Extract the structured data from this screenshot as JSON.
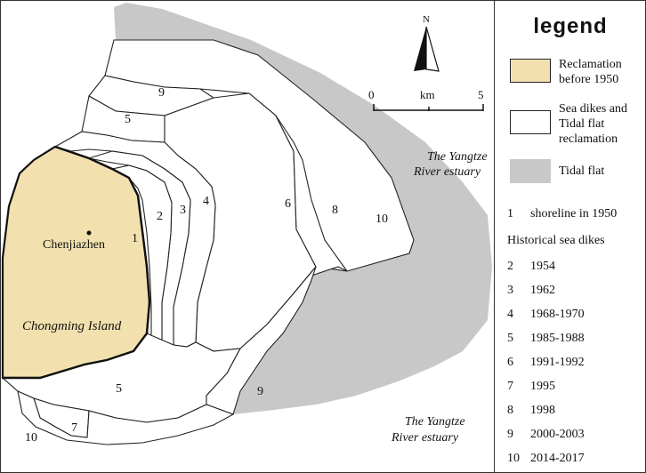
{
  "map": {
    "north_label": "N",
    "scale": {
      "start": "0",
      "unit": "km",
      "end": "5"
    },
    "place_names": {
      "town": "Chenjiazhen",
      "island": "Chongming Island",
      "estuary_upper_line1": "The Yangtze",
      "estuary_upper_line2": "River estuary",
      "estuary_lower_line1": "The Yangtze",
      "estuary_lower_line2": "River estuary"
    },
    "region_numbers": {
      "shoreline": "1",
      "dike_1954": "2",
      "dike_1962": "3",
      "dike_1968": "4",
      "dike_1985_upper": "5",
      "dike_1985_lower": "5",
      "dike_1991": "6",
      "dike_1995": "7",
      "dike_1998": "8",
      "dike_2000_upper": "9",
      "dike_2000_lower": "9",
      "dike_2014_upper": "10",
      "dike_2014_lower": "10"
    }
  },
  "legend": {
    "title": "legend",
    "swatches": [
      {
        "label_line1": "Reclamation",
        "label_line2": "before 1950",
        "color": "#f2e1ae"
      },
      {
        "label_line1": "Sea dikes and",
        "label_line2": "Tidal flat",
        "label_line3": "reclamation",
        "color": "#ffffff"
      },
      {
        "label_line1": "Tidal flat",
        "color": "#c8c8c8"
      }
    ],
    "shoreline": {
      "num": "1",
      "text": "shoreline in 1950"
    },
    "historical_title": "Historical sea dikes",
    "dikes": [
      {
        "num": "2",
        "year": "1954"
      },
      {
        "num": "3",
        "year": "1962"
      },
      {
        "num": "4",
        "year": "1968-1970"
      },
      {
        "num": "5",
        "year": "1985-1988"
      },
      {
        "num": "6",
        "year": "1991-1992"
      },
      {
        "num": "7",
        "year": "1995"
      },
      {
        "num": "8",
        "year": "1998"
      },
      {
        "num": "9",
        "year": "2000-2003"
      },
      {
        "num": "10",
        "year": "2014-2017"
      }
    ]
  },
  "colors": {
    "reclamation": "#f2e1ae",
    "tidal_flat": "#c8c8c8",
    "dike_fill": "#ffffff",
    "stroke": "#222222"
  }
}
